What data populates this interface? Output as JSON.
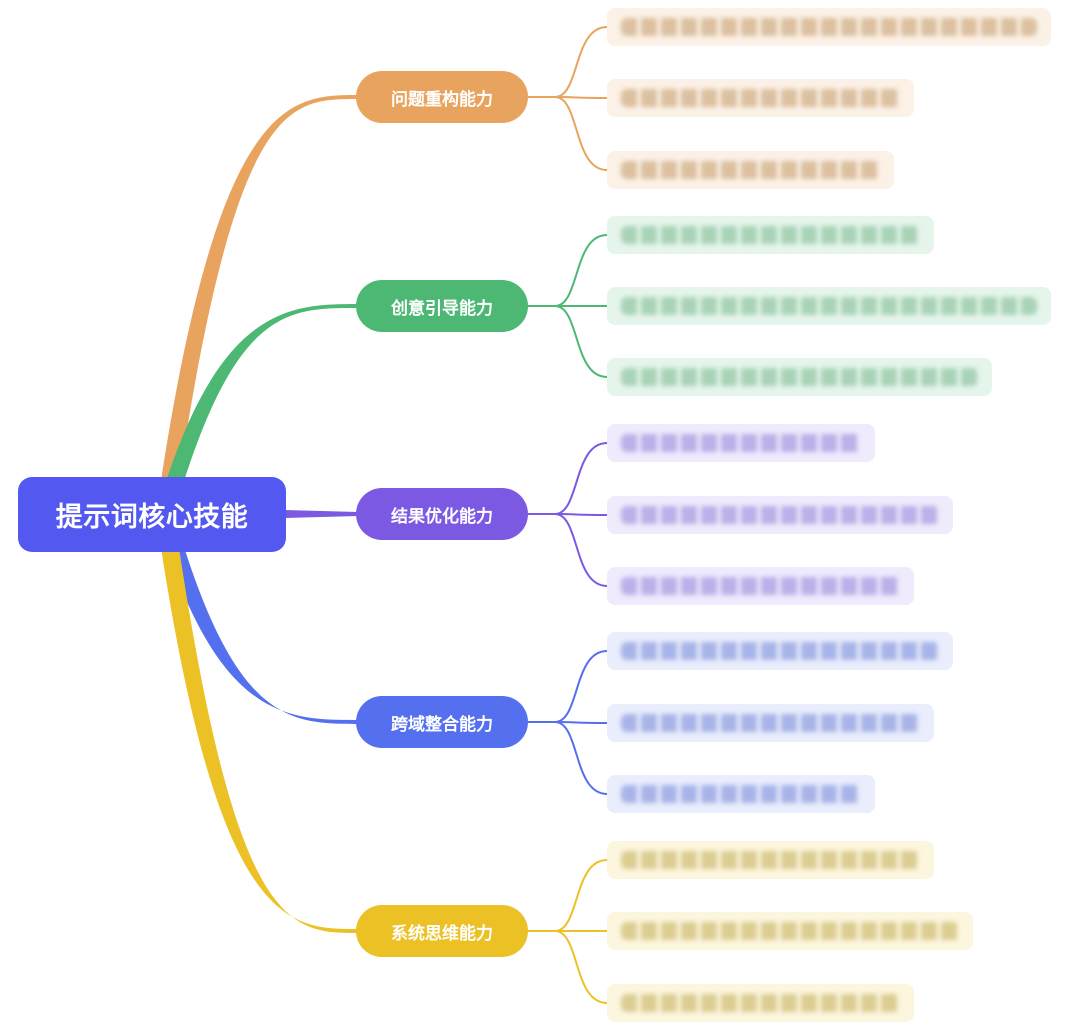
{
  "root": {
    "label": "提示词核心技能",
    "color": "#5359f0"
  },
  "branches": [
    {
      "label": "问题重构能力",
      "color": "#e8a45e",
      "leaf_bg": "#fbf1e6",
      "leaf_blur": "#dcc0a0",
      "leaf_count": 3
    },
    {
      "label": "创意引导能力",
      "color": "#4cb874",
      "leaf_bg": "#e6f5ec",
      "leaf_blur": "#a9d3b7",
      "leaf_count": 3
    },
    {
      "label": "结果优化能力",
      "color": "#7b59e3",
      "leaf_bg": "#efeafc",
      "leaf_blur": "#bcb0e8",
      "leaf_count": 3
    },
    {
      "label": "跨域整合能力",
      "color": "#5470ee",
      "leaf_bg": "#e9edfc",
      "leaf_blur": "#a8b4e8",
      "leaf_count": 3
    },
    {
      "label": "系统思维能力",
      "color": "#ecc126",
      "leaf_bg": "#fcf6de",
      "leaf_blur": "#dccd92",
      "leaf_count": 3
    }
  ]
}
